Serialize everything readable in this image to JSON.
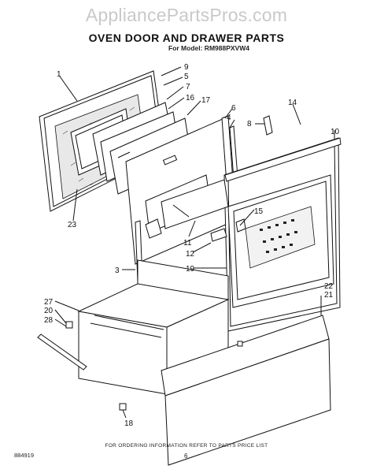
{
  "header": {
    "watermark": "AppliancePartsPros.com",
    "title": "OVEN DOOR AND DRAWER PARTS",
    "model_line": "For Model: RM988PXVW4"
  },
  "footer": {
    "ordering_note": "FOR ORDERING INFORMATION REFER TO PARTS PRICE LIST",
    "doc_number": "884919",
    "page_number": "6"
  },
  "callouts": [
    "1",
    "9",
    "5",
    "7",
    "16",
    "17",
    "6",
    "4",
    "14",
    "8",
    "10",
    "23",
    "15",
    "11",
    "12",
    "3",
    "19",
    "27",
    "20",
    "28",
    "22",
    "21",
    "18"
  ]
}
